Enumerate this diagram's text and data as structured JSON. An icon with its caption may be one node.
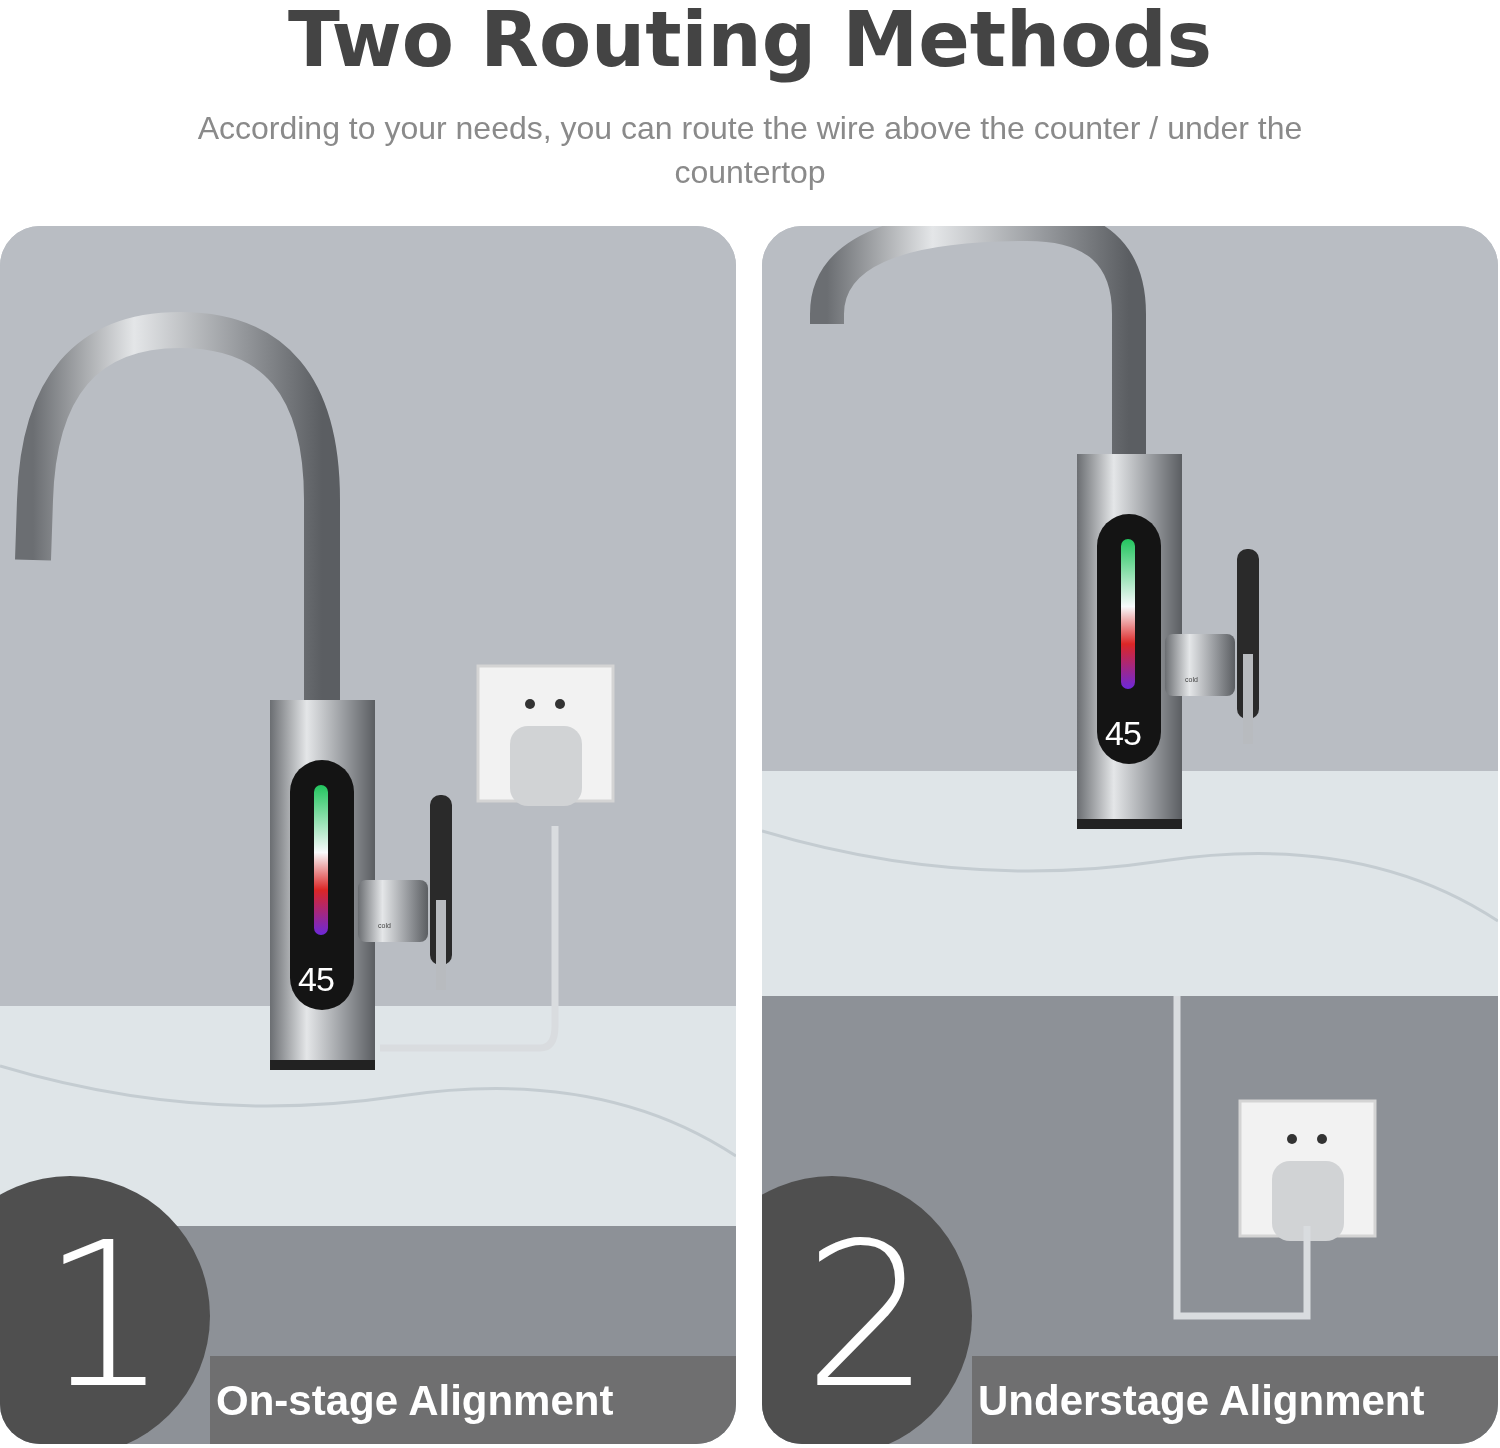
{
  "diagram": {
    "title": "Two Routing Methods",
    "caption": "According to your needs, you can route the wire above the counter / under the countertop",
    "nodes": [
      {
        "text": [
          "1",
          "On-stage Alignment"
        ]
      },
      {
        "text": [
          "2",
          "Understage Alignment"
        ]
      }
    ],
    "labels": [
      "45",
      "cold",
      "45",
      "cold"
    ]
  }
}
